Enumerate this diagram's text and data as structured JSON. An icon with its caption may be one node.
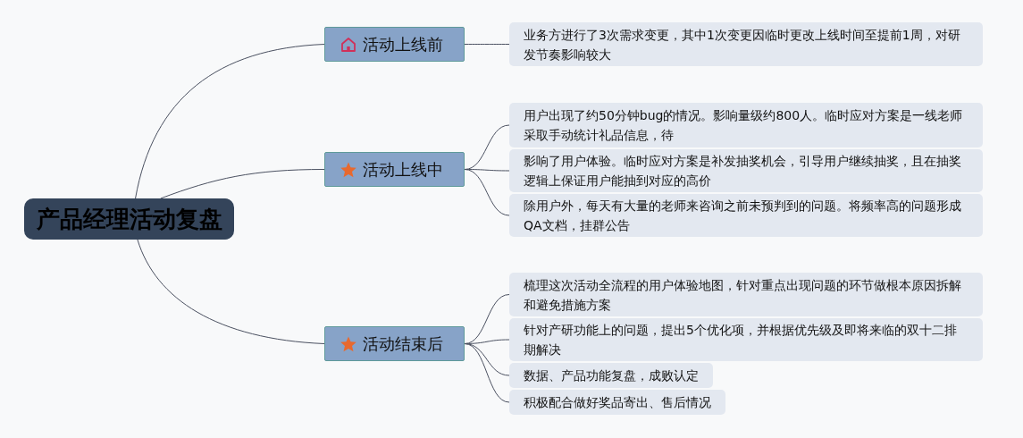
{
  "diagram": {
    "nodes": [
      {
        "text": [
          "产品经理活动复盘"
        ]
      },
      {
        "text": [
          "活动上线前"
        ]
      },
      {
        "text": [
          "业务方进行了3次需求变更，其中1次变更因临时更改上线时间至提前1周，对研发节奏影响较大"
        ]
      },
      {
        "text": [
          "活动上线中"
        ]
      },
      {
        "text": [
          "用户出现了约50分钟bug的情况。影响量级约800人。临时应对方案是一线老师采取手动统计礼品信息，待"
        ]
      },
      {
        "text": [
          "影响了用户体验。临时应对方案是补发抽奖机会，引导用户继续抽奖，且在抽奖逻辑上保证用户能抽到对应的高价"
        ]
      },
      {
        "text": [
          "除用户外，每天有大量的老师来咨询之前未预判到的问题。将频率高的问题形成QA文档，挂群公告"
        ]
      },
      {
        "text": [
          "活动结束后"
        ]
      },
      {
        "text": [
          "梳理这次活动全流程的用户体验地图，针对重点出现问题的环节做根本原因拆解和避免措施方案"
        ]
      },
      {
        "text": [
          "针对产研功能上的问题，提出5个优化项，并根据优先级及即将来临的双十二排期解决"
        ]
      },
      {
        "text": [
          "数据、产品功能复盘，成败认定"
        ]
      },
      {
        "text": [
          "积极配合做好奖品寄出、售后情况"
        ]
      }
    ],
    "edges": [
      {
        "from": 0,
        "to": 1,
        "arrow": "none"
      },
      {
        "from": 0,
        "to": 3,
        "arrow": "none"
      },
      {
        "from": 0,
        "to": 7,
        "arrow": "none"
      },
      {
        "from": 1,
        "to": 2,
        "arrow": "none"
      },
      {
        "from": 3,
        "to": 4,
        "arrow": "none"
      },
      {
        "from": 3,
        "to": 5,
        "arrow": "none"
      },
      {
        "from": 3,
        "to": 6,
        "arrow": "none"
      },
      {
        "from": 7,
        "to": 8,
        "arrow": "none"
      },
      {
        "from": 7,
        "to": 9,
        "arrow": "none"
      },
      {
        "from": 7,
        "to": 10,
        "arrow": "none"
      },
      {
        "from": 7,
        "to": 11,
        "arrow": "none"
      }
    ]
  }
}
